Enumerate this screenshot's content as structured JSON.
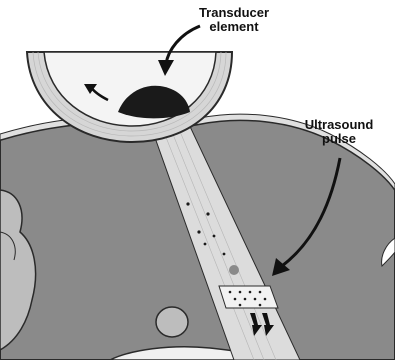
{
  "labels": {
    "transducer": [
      "Transducer",
      "element"
    ],
    "pulse": [
      "Ultrasound",
      "pulse"
    ]
  },
  "colors": {
    "tissue": "#8a8a8a",
    "tissue_edge": "#2a2a2a",
    "probe_ring": "#d6d6d6",
    "probe_inner": "#f4f4f4",
    "transducer_element": "#1a1a1a",
    "beam": "#dcdcdc",
    "organ": "#bdbdbd",
    "dark_region": "#cfcfcf"
  },
  "icons": [
    "curved-arrow-icon",
    "rotation-arrow-icon",
    "pulse-arrow-icon",
    "travel-arrows-icon"
  ]
}
